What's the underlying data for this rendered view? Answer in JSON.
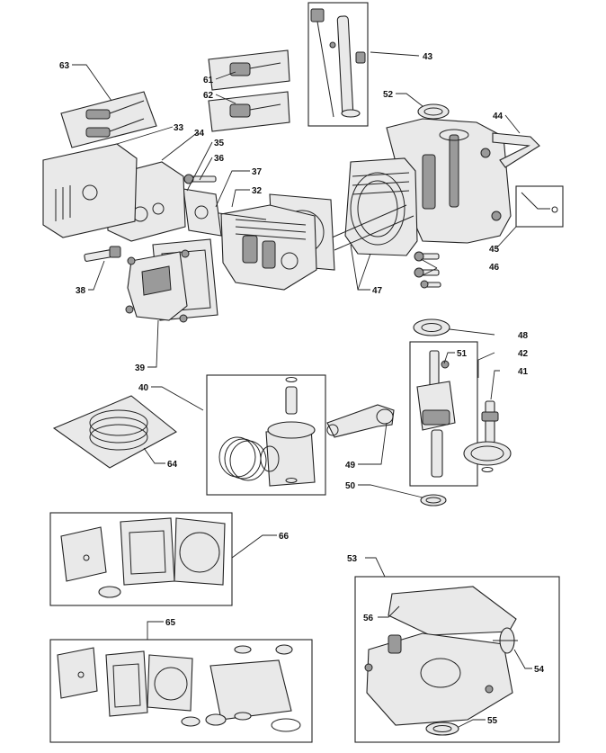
{
  "callouts": {
    "c32": "32",
    "c33": "33",
    "c34": "34",
    "c35": "35",
    "c36": "36",
    "c37": "37",
    "c38": "38",
    "c39": "39",
    "c40": "40",
    "c41": "41",
    "c42": "42",
    "c43": "43",
    "c44": "44",
    "c45": "45",
    "c46": "46",
    "c47": "47",
    "c48": "48",
    "c49": "49",
    "c50": "50",
    "c51": "51",
    "c52": "52",
    "c53": "53",
    "c54": "54",
    "c55": "55",
    "c56": "56",
    "c61": "61",
    "c62": "62",
    "c63": "63",
    "c64": "64",
    "c65": "65",
    "c66": "66"
  },
  "colors": {
    "line": "#222222",
    "part_fill": "#e9e9e9",
    "shade": "#9a9a9a",
    "background": "#ffffff"
  }
}
